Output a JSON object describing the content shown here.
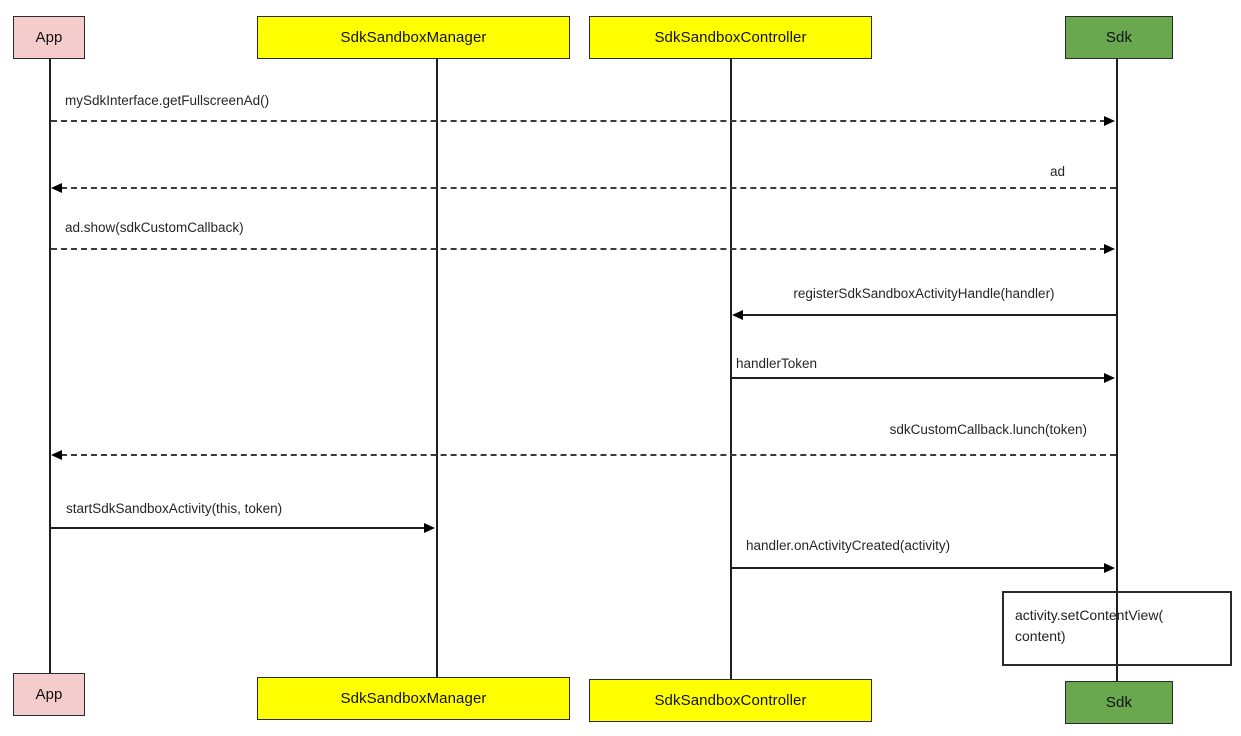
{
  "diagram": {
    "type": "sequence-diagram",
    "participants": [
      {
        "id": "app",
        "label": "App",
        "fill": "#f4cccc"
      },
      {
        "id": "sdk-sandbox-manager",
        "label": "SdkSandboxManager",
        "fill": "#ffff00"
      },
      {
        "id": "sdk-sandbox-controller",
        "label": "SdkSandboxController",
        "fill": "#ffff00"
      },
      {
        "id": "sdk",
        "label": "Sdk",
        "fill": "#6aa84f"
      }
    ],
    "messages": [
      {
        "label": "mySdkInterface.getFullscreenAd()",
        "from": "App",
        "to": "Sdk",
        "line": "dashed"
      },
      {
        "label": "ad",
        "from": "Sdk",
        "to": "App",
        "line": "dashed"
      },
      {
        "label": "ad.show(sdkCustomCallback)",
        "from": "App",
        "to": "Sdk",
        "line": "dashed"
      },
      {
        "label": "registerSdkSandboxActivityHandle(handler)",
        "from": "Sdk",
        "to": "SdkSandboxController",
        "line": "solid"
      },
      {
        "label": "handlerToken",
        "from": "SdkSandboxController",
        "to": "Sdk",
        "line": "solid"
      },
      {
        "label": "sdkCustomCallback.lunch(token)",
        "from": "Sdk",
        "to": "App",
        "line": "dashed"
      },
      {
        "label": "startSdkSandboxActivity(this, token)",
        "from": "App",
        "to": "SdkSandboxManager",
        "line": "solid"
      },
      {
        "label": "handler.onActivityCreated(activity)",
        "from": "SdkSandboxController",
        "to": "Sdk",
        "line": "solid"
      }
    ],
    "note": {
      "lines": [
        "activity.setContentView(",
        "content)"
      ]
    },
    "colors": {
      "app_fill": "#f4cccc",
      "manager_fill": "#ffff00",
      "controller_fill": "#ffff00",
      "sdk_fill": "#6aa84f",
      "line": "#000000",
      "background": "#ffffff"
    }
  }
}
